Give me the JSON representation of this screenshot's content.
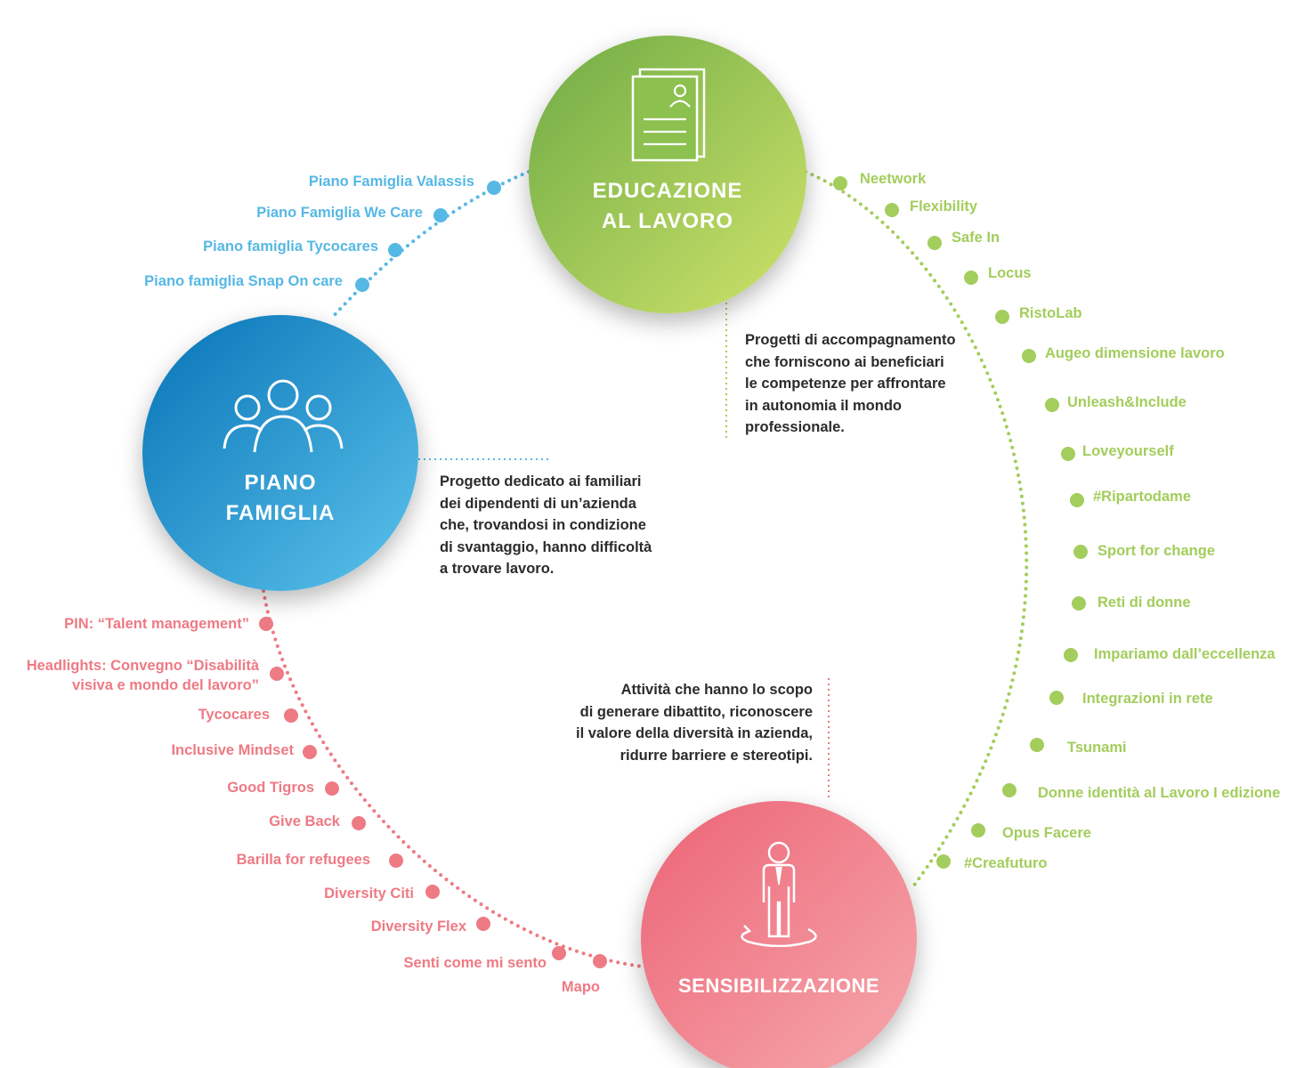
{
  "hubs": {
    "education": {
      "title": "EDUCAZIONE\nAL LAVORO",
      "icon": "document-profile-icon",
      "colors": [
        "#7bb54a",
        "#c8df67"
      ]
    },
    "family": {
      "title": "PIANO\nFAMIGLIA",
      "icon": "family-group-icon",
      "colors": [
        "#0f7fc0",
        "#55bde8"
      ]
    },
    "awareness": {
      "title": "SENSIBILIZZAZIONE",
      "icon": "person-rotate-icon",
      "colors": [
        "#ed6d7e",
        "#f5a2a8"
      ]
    }
  },
  "descriptions": {
    "education": "Progetti di accompagnamento\nche forniscono ai beneficiari\nle competenze per affrontare\nin autonomia il mondo\nprofessionale.",
    "family": "Progetto dedicato ai familiari\ndei dipendenti di un’azienda\nche, trovandosi in condizione\ndi svantaggio, hanno difficoltà\na trovare lavoro.",
    "awareness": "Attività che hanno lo scopo\ndi generare dibattito, riconoscere\nil valore della diversità in azienda,\nridurre barriere e stereotipi."
  },
  "family_projects": [
    "Piano Famiglia Valassis",
    "Piano Famiglia We Care",
    "Piano famiglia Tycocares",
    "Piano famiglia Snap On care"
  ],
  "education_projects": [
    "Neetwork",
    "Flexibility",
    "Safe In",
    "Locus",
    "RistoLab",
    "Augeo dimensione lavoro",
    "Unleash&Include",
    "Loveyourself",
    "#Ripartodame",
    "Sport for change",
    "Reti di donne",
    "Impariamo dall’eccellenza",
    "Integrazioni in rete",
    "Tsunami",
    "Donne identità al Lavoro I edizione",
    "Opus Facere",
    "#Creafuturo"
  ],
  "awareness_projects": [
    "PIN: “Talent management”",
    "Headlights: Convegno “Disabilità\nvisiva e mondo del lavoro”",
    "Tycocares",
    "Inclusive Mindset",
    "Good Tigros",
    "Give Back",
    "Barilla for refugees",
    "Diversity Citi",
    "Diversity Flex",
    "Senti come mi sento",
    "Mapo"
  ],
  "colors": {
    "blue": "#56b8e4",
    "green": "#a3cd5c",
    "pink": "#ee7a84",
    "text": "#2b2b2b"
  }
}
